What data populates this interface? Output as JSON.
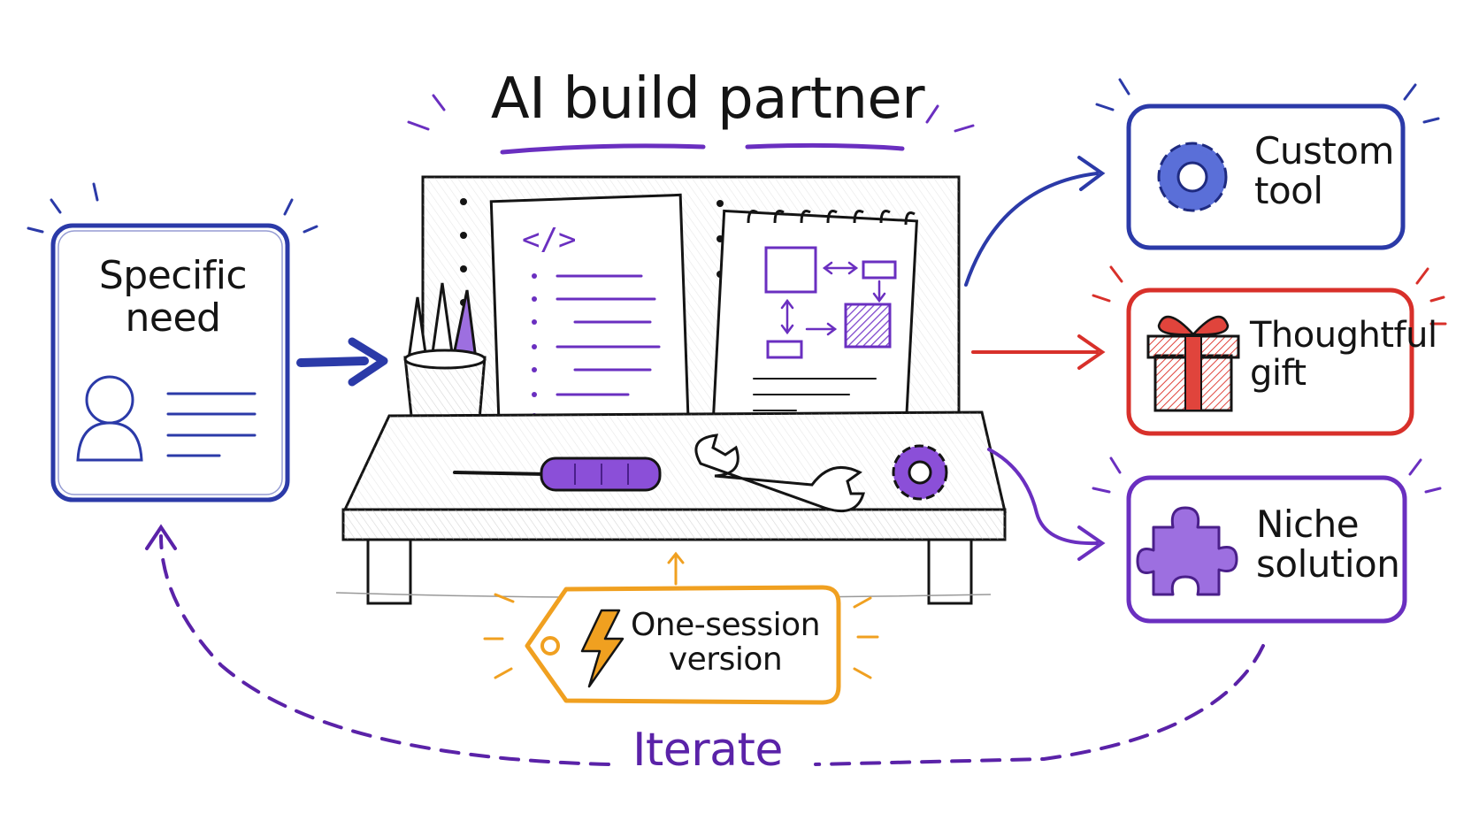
{
  "title": "AI build partner",
  "input_card": {
    "label_line1": "Specific",
    "label_line2": "need"
  },
  "center": {
    "code_icon": "</>"
  },
  "session_tag": {
    "line1": "One-session",
    "line2": "version"
  },
  "outputs": [
    {
      "line1": "Custom",
      "line2": "tool",
      "icon": "gear-icon"
    },
    {
      "line1": "Thoughtful",
      "line2": "gift",
      "icon": "gift-icon"
    },
    {
      "line1": "Niche",
      "line2": "solution",
      "icon": "puzzle-icon"
    }
  ],
  "loop_label": "Iterate",
  "colors": {
    "ink": "#141414",
    "blue": "#2b3aa8",
    "red": "#d8302a",
    "purple": "#6a2fc0",
    "orange": "#f0a020"
  }
}
